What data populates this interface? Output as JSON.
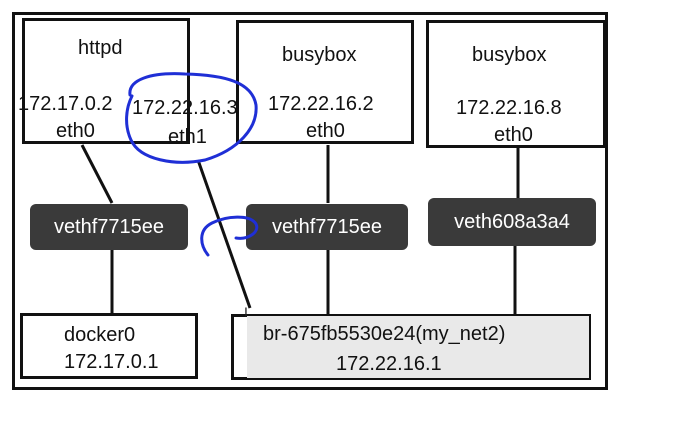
{
  "hosts": [
    {
      "name": "httpd",
      "ip_eth0": "172.17.0.2",
      "iface_eth0": "eth0",
      "ip_eth1": "172.22.16.3",
      "iface_eth1": "eth1"
    },
    {
      "name": "busybox",
      "ip": "172.22.16.2",
      "iface": "eth0"
    },
    {
      "name": "busybox",
      "ip": "172.22.16.8",
      "iface": "eth0"
    }
  ],
  "veths": [
    "vethf7715ee",
    "vethf7715ee",
    "veth608a3a4"
  ],
  "bridges": {
    "docker0": {
      "name": "docker0",
      "ip": "172.17.0.1"
    },
    "my_net2": {
      "name": "br-675fb5530e24(my_net2)",
      "ip": "172.22.16.1"
    }
  },
  "annotation_color": "#1f2fd6",
  "cursor_icon": "text-cursor-icon"
}
